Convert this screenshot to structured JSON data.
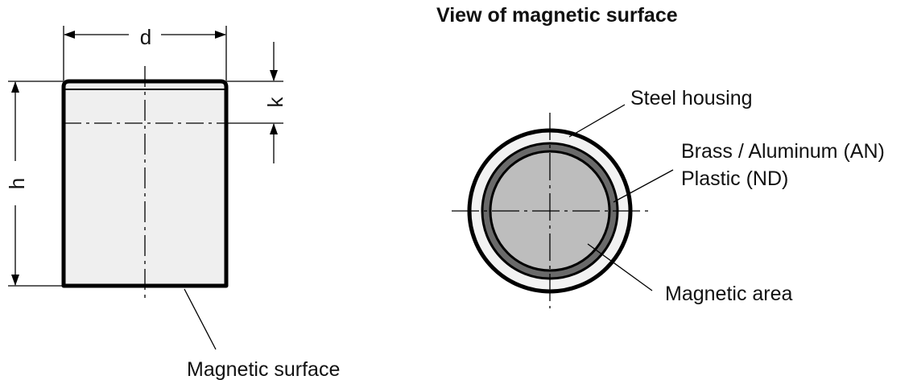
{
  "side_view": {
    "dim_d": "d",
    "dim_h": "h",
    "dim_k": "k",
    "magnetic_surface_label": "Magnetic surface"
  },
  "face_view": {
    "title": "View of magnetic surface",
    "steel_housing_label": "Steel housing",
    "brass_label": "Brass / Aluminum (AN)",
    "plastic_label": "Plastic (ND)",
    "magnetic_area_label": "Magnetic area"
  },
  "colors": {
    "line": "#000000",
    "body_fill": "#efefef",
    "housing_fill": "#f2f2f2",
    "ring_fill": "#6a6a6a",
    "magnetic_area_fill": "#bdbdbd"
  }
}
